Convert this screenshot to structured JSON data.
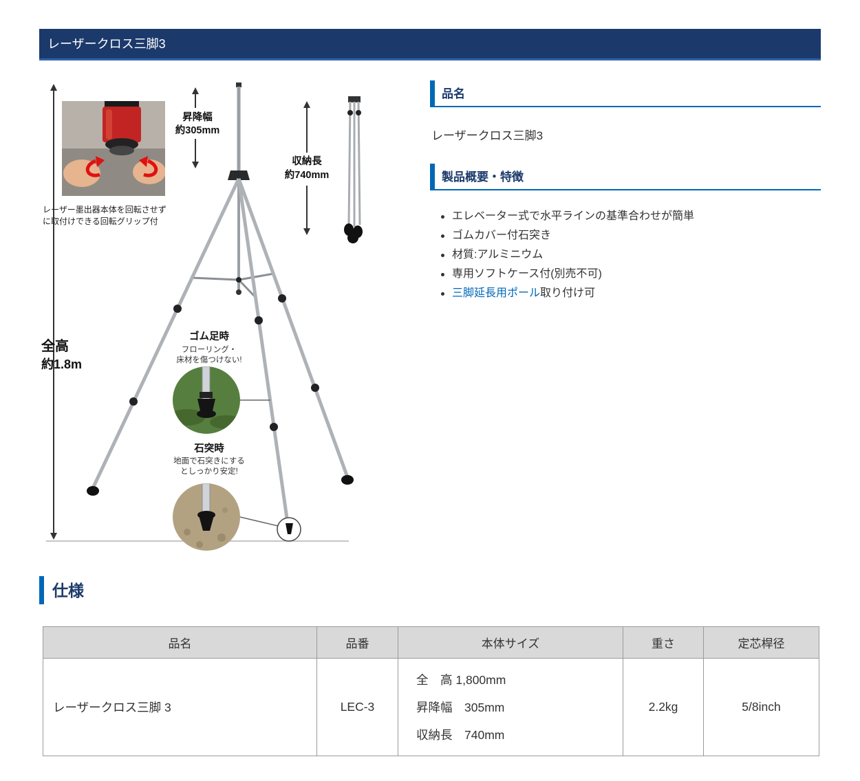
{
  "colors": {
    "navy": "#1b3a6b",
    "underline": "#2e64ad",
    "accent": "#0068b7",
    "link": "#0068b7",
    "tbl-border": "#9a9a9a",
    "thead-bg": "#d9d9d9"
  },
  "header": {
    "title": "レーザークロス三脚3"
  },
  "product": {
    "name_heading": "品名",
    "name": "レーザークロス三脚3",
    "overview_heading": "製品概要・特徴",
    "features": [
      "エレベーター式で水平ラインの基準合わせが簡単",
      "ゴムカバー付石突き",
      "材質:アルミニウム",
      "専用ソフトケース付(別売不可)"
    ],
    "extension_link": {
      "text": "三脚延長用ポール",
      "suffix": "取り付け可"
    }
  },
  "diagram": {
    "total_height_label": "全高",
    "total_height_value": "約1.8m",
    "lift_label": "昇降幅",
    "lift_value": "約305mm",
    "storage_label": "収納長",
    "storage_value": "約740mm",
    "grip_note_1": "レーザー墨出器本体を回転させず",
    "grip_note_2": "に取付けできる回転グリップ付",
    "rubber_title": "ゴム足時",
    "rubber_note_1": "フローリング・",
    "rubber_note_2": "床材を傷つけない!",
    "spike_title": "石突時",
    "spike_note_1": "地面で石突きにする",
    "spike_note_2": "としっかり安定!"
  },
  "spec": {
    "heading": "仕様",
    "headers": [
      "品名",
      "品番",
      "本体サイズ",
      "重さ",
      "定芯桿径"
    ],
    "row": {
      "name": "レーザークロス三脚 3",
      "model": "LEC-3",
      "size_lines": [
        "全　高 1,800mm",
        "昇降幅　305mm",
        "収納長　740mm"
      ],
      "weight": "2.2kg",
      "thread": "5/8inch"
    }
  }
}
